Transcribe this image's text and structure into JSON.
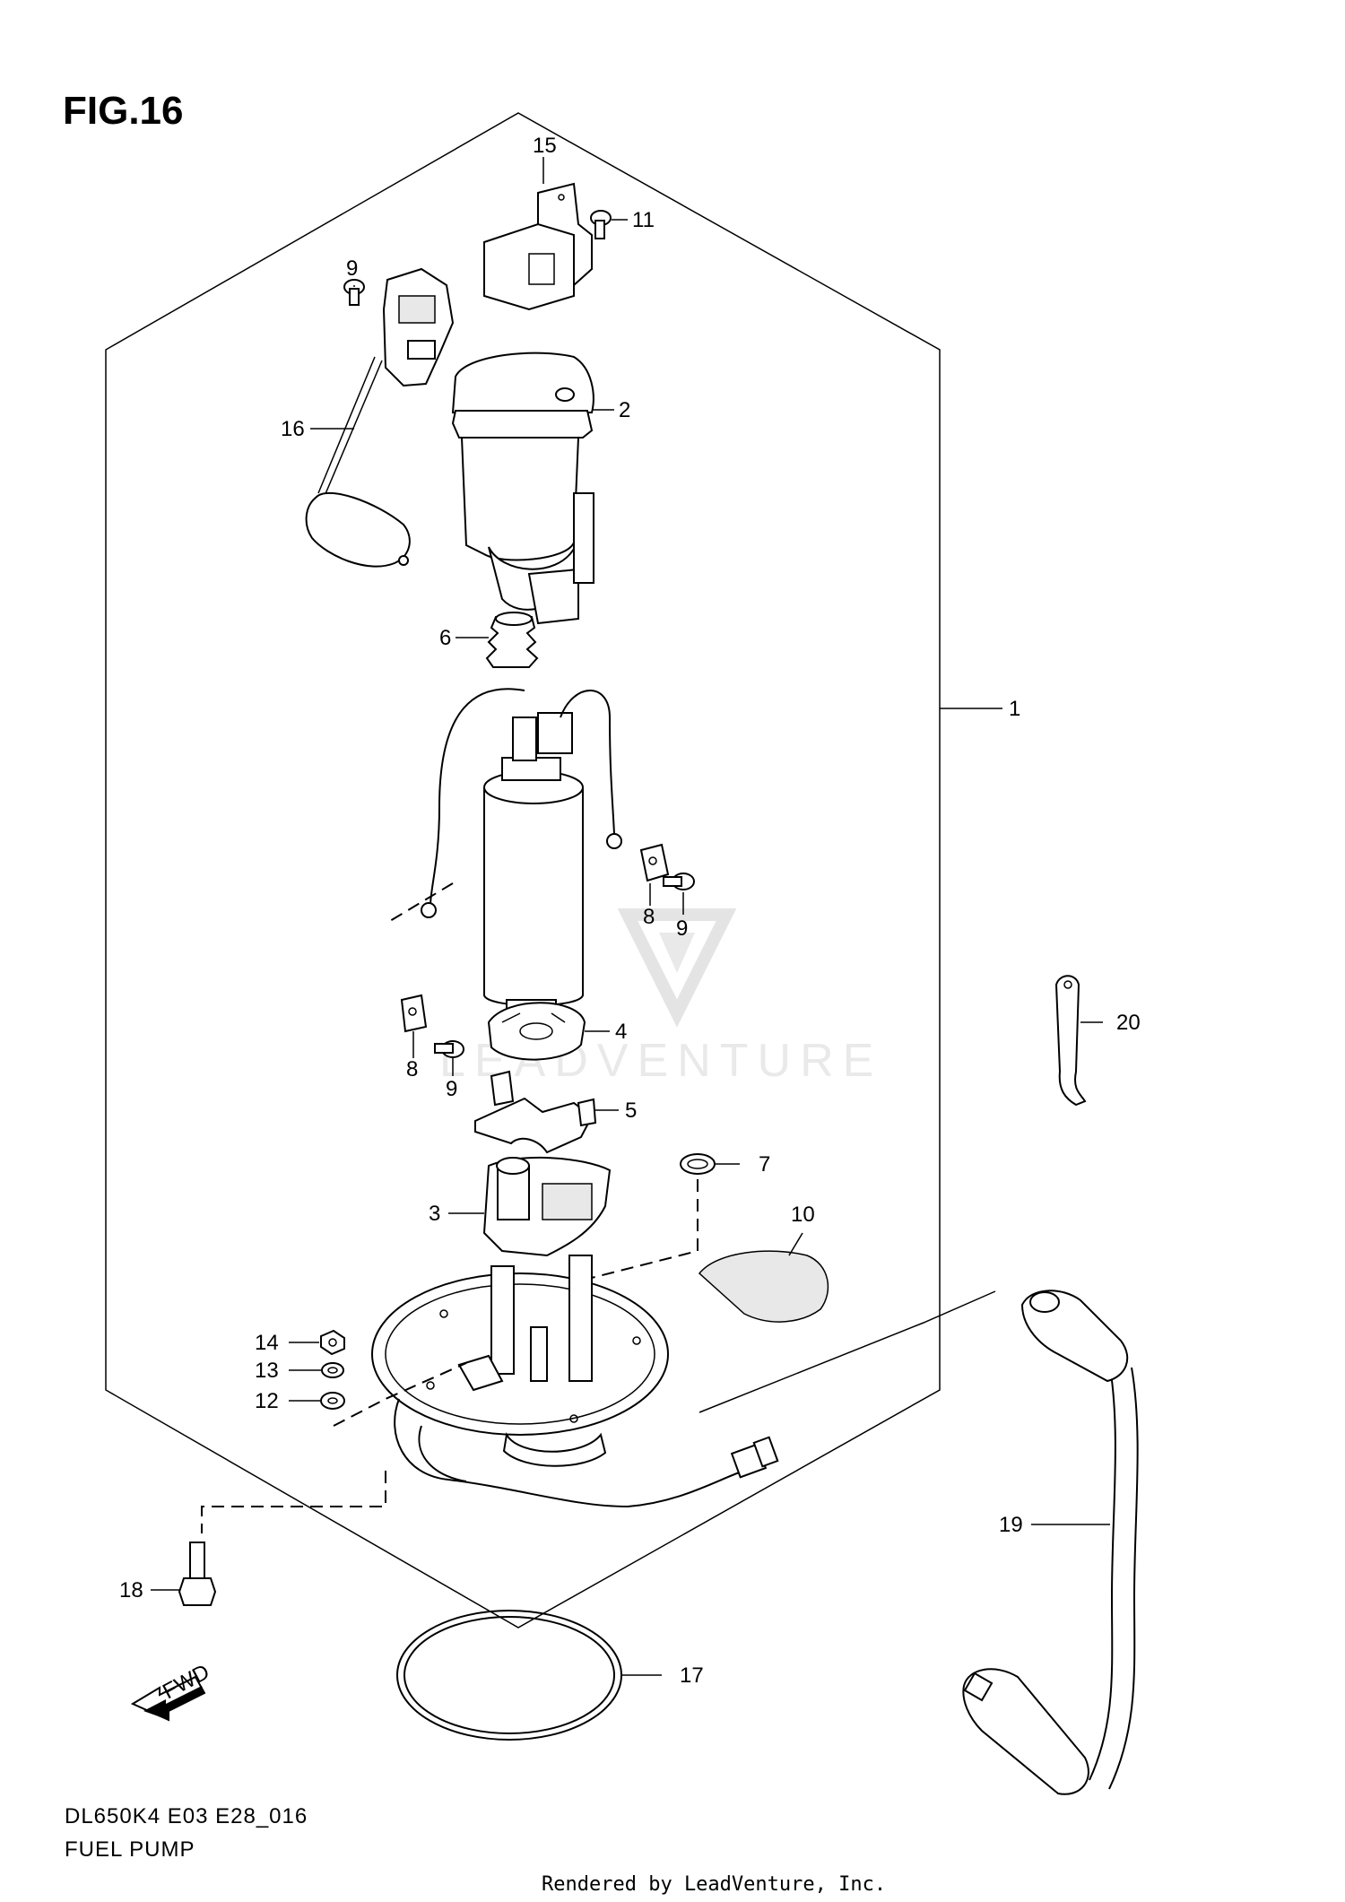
{
  "figure": {
    "title": "FIG.16",
    "code": "DL650K4 E03 E28_016",
    "name": "FUEL PUMP"
  },
  "watermark": {
    "text": "LEADVENTURE"
  },
  "credit": "Rendered by LeadVenture, Inc.",
  "fwd_label": "FWD",
  "part_labels": {
    "p1": "1",
    "p2": "2",
    "p3": "3",
    "p4": "4",
    "p5": "5",
    "p6": "6",
    "p7": "7",
    "p8a": "8",
    "p8b": "8",
    "p9a": "9",
    "p9b": "9",
    "p9c": "9",
    "p10": "10",
    "p11": "11",
    "p12": "12",
    "p13": "13",
    "p14": "14",
    "p15": "15",
    "p16": "16",
    "p17": "17",
    "p18": "18",
    "p19": "19",
    "p20": "20"
  }
}
